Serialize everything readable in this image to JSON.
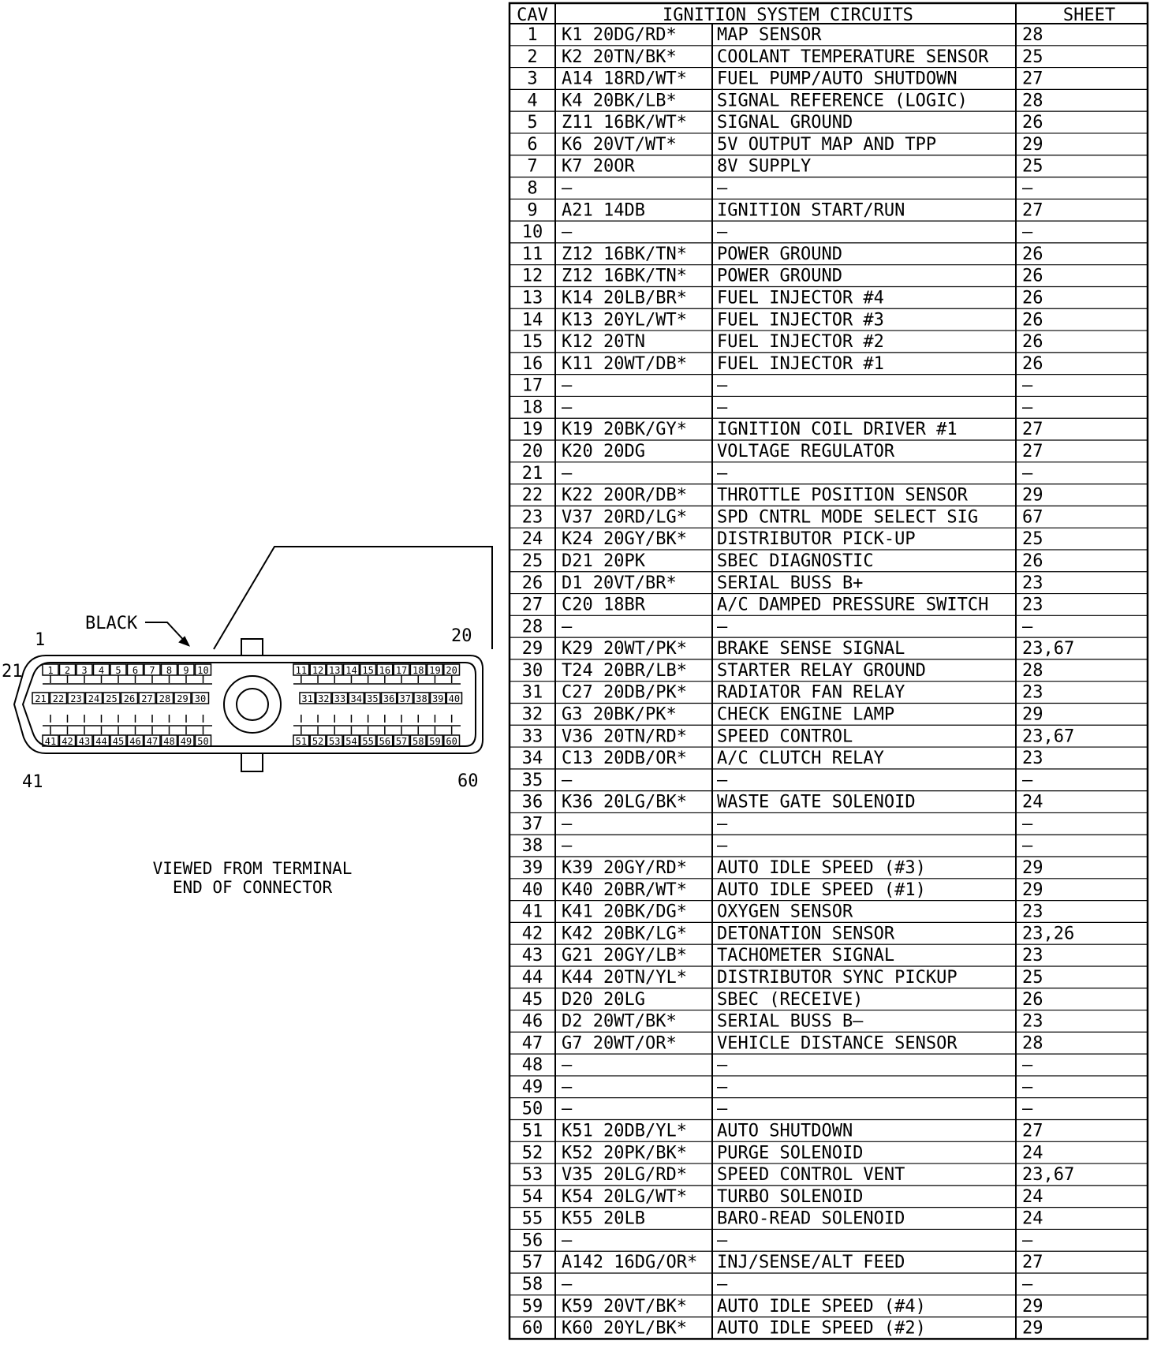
{
  "connector": {
    "color_label": "BLACK",
    "corner_labels": {
      "top_left": "1",
      "left": "21",
      "top_right": "20",
      "bottom_left": "41",
      "bottom_right": "60"
    },
    "pins_row1": [
      "1",
      "2",
      "3",
      "4",
      "5",
      "6",
      "7",
      "8",
      "9",
      "10",
      "11",
      "12",
      "13",
      "14",
      "15",
      "16",
      "17",
      "18",
      "19",
      "20"
    ],
    "pins_row2": [
      "21",
      "22",
      "23",
      "24",
      "25",
      "26",
      "27",
      "28",
      "29",
      "30",
      "31",
      "32",
      "33",
      "34",
      "35",
      "36",
      "37",
      "38",
      "39",
      "40"
    ],
    "pins_row3": [
      "41",
      "42",
      "43",
      "44",
      "45",
      "46",
      "47",
      "48",
      "49",
      "50",
      "51",
      "52",
      "53",
      "54",
      "55",
      "56",
      "57",
      "58",
      "59",
      "60"
    ],
    "caption_line1": "VIEWED FROM TERMINAL",
    "caption_line2": "END OF CONNECTOR"
  },
  "table": {
    "headers": [
      "CAV",
      "IGNITION SYSTEM CIRCUITS",
      "SHEET"
    ],
    "rows": [
      [
        "1",
        "K1 20DG/RD*",
        "MAP SENSOR",
        "28"
      ],
      [
        "2",
        "K2 20TN/BK*",
        "COOLANT TEMPERATURE SENSOR",
        "25"
      ],
      [
        "3",
        "A14 18RD/WT*",
        "FUEL PUMP/AUTO SHUTDOWN",
        "27"
      ],
      [
        "4",
        "K4 20BK/LB*",
        "SIGNAL REFERENCE (LOGIC)",
        "28"
      ],
      [
        "5",
        "Z11 16BK/WT*",
        "SIGNAL GROUND",
        "26"
      ],
      [
        "6",
        "K6 20VT/WT*",
        "5V OUTPUT MAP AND TPP",
        "29"
      ],
      [
        "7",
        "K7 20OR",
        "8V SUPPLY",
        "25"
      ],
      [
        "8",
        "—",
        "—",
        "—"
      ],
      [
        "9",
        "A21 14DB",
        "IGNITION START/RUN",
        "27"
      ],
      [
        "10",
        "—",
        "—",
        "—"
      ],
      [
        "11",
        "Z12 16BK/TN*",
        "POWER GROUND",
        "26"
      ],
      [
        "12",
        "Z12 16BK/TN*",
        "POWER GROUND",
        "26"
      ],
      [
        "13",
        "K14 20LB/BR*",
        "FUEL INJECTOR #4",
        "26"
      ],
      [
        "14",
        "K13 20YL/WT*",
        "FUEL INJECTOR #3",
        "26"
      ],
      [
        "15",
        "K12 20TN",
        "FUEL INJECTOR #2",
        "26"
      ],
      [
        "16",
        "K11 20WT/DB*",
        "FUEL INJECTOR #1",
        "26"
      ],
      [
        "17",
        "—",
        "—",
        "—"
      ],
      [
        "18",
        "—",
        "—",
        "—"
      ],
      [
        "19",
        "K19 20BK/GY*",
        "IGNITION COIL DRIVER #1",
        "27"
      ],
      [
        "20",
        "K20 20DG",
        "VOLTAGE REGULATOR",
        "27"
      ],
      [
        "21",
        "—",
        "—",
        "—"
      ],
      [
        "22",
        "K22 20OR/DB*",
        "THROTTLE POSITION SENSOR",
        "29"
      ],
      [
        "23",
        "V37 20RD/LG*",
        "SPD CNTRL MODE SELECT SIG",
        "67"
      ],
      [
        "24",
        "K24 20GY/BK*",
        "DISTRIBUTOR PICK-UP",
        "25"
      ],
      [
        "25",
        "D21 20PK",
        "SBEC DIAGNOSTIC",
        "26"
      ],
      [
        "26",
        "D1 20VT/BR*",
        "SERIAL BUSS B+",
        "23"
      ],
      [
        "27",
        "C20 18BR",
        "A/C DAMPED PRESSURE SWITCH",
        "23"
      ],
      [
        "28",
        "—",
        "—",
        "—"
      ],
      [
        "29",
        "K29 20WT/PK*",
        "BRAKE SENSE SIGNAL",
        "23,67"
      ],
      [
        "30",
        "T24 20BR/LB*",
        "STARTER RELAY GROUND",
        "28"
      ],
      [
        "31",
        "C27 20DB/PK*",
        "RADIATOR FAN RELAY",
        "23"
      ],
      [
        "32",
        "G3 20BK/PK*",
        "CHECK ENGINE LAMP",
        "29"
      ],
      [
        "33",
        "V36 20TN/RD*",
        "SPEED CONTROL",
        "23,67"
      ],
      [
        "34",
        "C13 20DB/OR*",
        "A/C CLUTCH RELAY",
        "23"
      ],
      [
        "35",
        "—",
        "—",
        "—"
      ],
      [
        "36",
        "K36 20LG/BK*",
        "WASTE GATE SOLENOID",
        "24"
      ],
      [
        "37",
        "—",
        "—",
        "—"
      ],
      [
        "38",
        "—",
        "—",
        "—"
      ],
      [
        "39",
        "K39 20GY/RD*",
        "AUTO IDLE SPEED (#3)",
        "29"
      ],
      [
        "40",
        "K40 20BR/WT*",
        "AUTO IDLE SPEED (#1)",
        "29"
      ],
      [
        "41",
        "K41 20BK/DG*",
        "OXYGEN SENSOR",
        "23"
      ],
      [
        "42",
        "K42 20BK/LG*",
        "DETONATION SENSOR",
        "23,26"
      ],
      [
        "43",
        "G21 20GY/LB*",
        "TACHOMETER SIGNAL",
        "23"
      ],
      [
        "44",
        "K44 20TN/YL*",
        "DISTRIBUTOR SYNC PICKUP",
        "25"
      ],
      [
        "45",
        "D20 20LG",
        "SBEC (RECEIVE)",
        "26"
      ],
      [
        "46",
        "D2 20WT/BK*",
        "SERIAL BUSS B—",
        "23"
      ],
      [
        "47",
        "G7 20WT/OR*",
        "VEHICLE DISTANCE SENSOR",
        "28"
      ],
      [
        "48",
        "—",
        "—",
        "—"
      ],
      [
        "49",
        "—",
        "—",
        "—"
      ],
      [
        "50",
        "—",
        "—",
        "—"
      ],
      [
        "51",
        "K51 20DB/YL*",
        "AUTO SHUTDOWN",
        "27"
      ],
      [
        "52",
        "K52 20PK/BK*",
        "PURGE SOLENOID",
        "24"
      ],
      [
        "53",
        "V35 20LG/RD*",
        "SPEED CONTROL VENT",
        "23,67"
      ],
      [
        "54",
        "K54 20LG/WT*",
        "TURBO SOLENOID",
        "24"
      ],
      [
        "55",
        "K55 20LB",
        "BARO-READ SOLENOID",
        "24"
      ],
      [
        "56",
        "—",
        "—",
        "—"
      ],
      [
        "57",
        "A142 16DG/OR*",
        "INJ/SENSE/ALT FEED",
        "27"
      ],
      [
        "58",
        "—",
        "—",
        "—"
      ],
      [
        "59",
        "K59 20VT/BK*",
        "AUTO IDLE SPEED (#4)",
        "29"
      ],
      [
        "60",
        "K60 20YL/BK*",
        "AUTO IDLE SPEED (#2)",
        "29"
      ]
    ]
  }
}
